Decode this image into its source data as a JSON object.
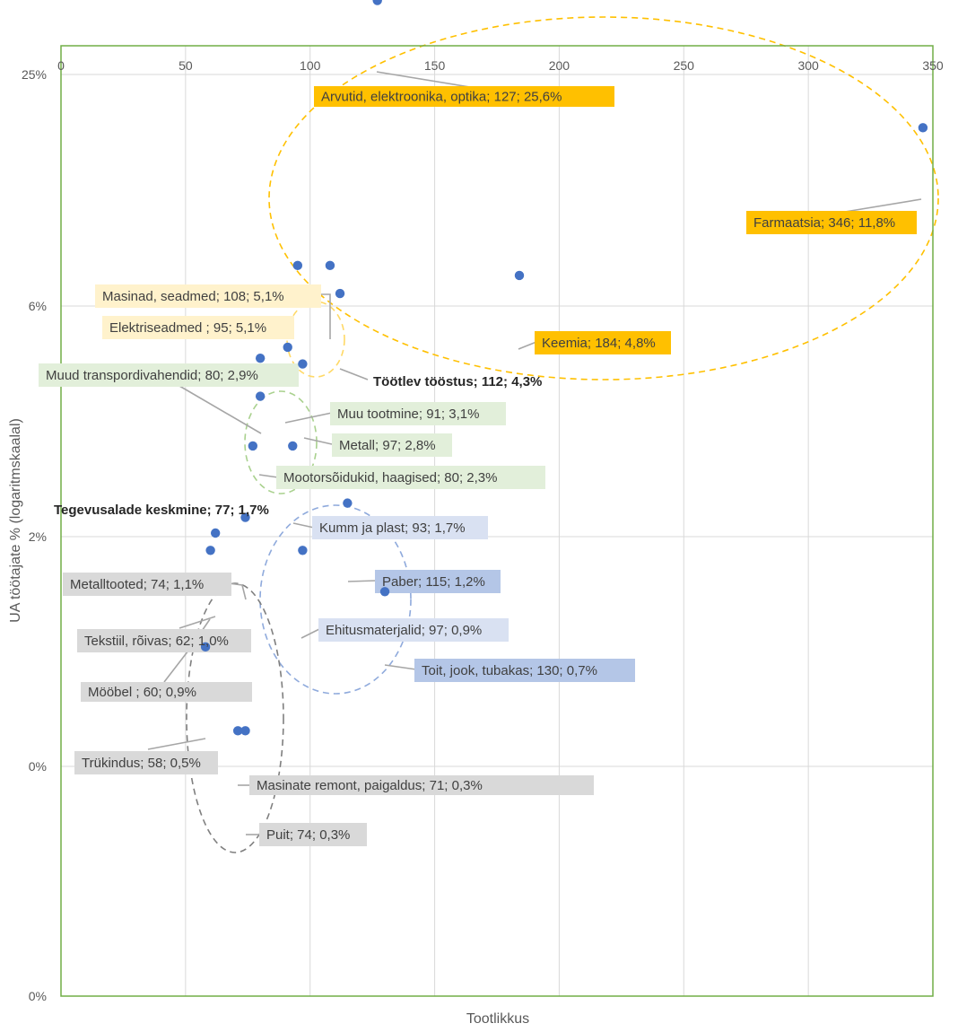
{
  "chart_data": {
    "type": "scatter",
    "title": "",
    "xlabel": "Tootlikkus",
    "ylabel": "UA töötajate % (logaritmskaalal)",
    "xlim": [
      0,
      350
    ],
    "x_ticks": [
      "0",
      "50",
      "100",
      "150",
      "200",
      "250",
      "300",
      "350"
    ],
    "y_ticks": [
      "25%",
      "6%",
      "2%",
      "0%",
      "0%"
    ],
    "grid": true,
    "legend": "none",
    "trendline": {
      "type": "logarithmic",
      "style": "dotted",
      "color": "#4472C4"
    },
    "colors": {
      "marker": "#4472C4",
      "plot_border": "#70AD47",
      "group_orange": "#FFC000",
      "group_light_orange": "#FFF2CC",
      "group_green": "#E2EFDA",
      "group_blue_dark": "#B4C6E7",
      "group_blue_light": "#D9E1F2",
      "group_gray": "#D9D9D9"
    },
    "points": [
      {
        "x": 127,
        "y": 25.6,
        "label": "Arvutid, elektroonika, optika; 127; 25,6%",
        "group": "orange"
      },
      {
        "x": 346,
        "y": 11.8,
        "label": "Farmaatsia; 346; 11,8%",
        "group": "orange"
      },
      {
        "x": 184,
        "y": 4.8,
        "label": "Keemia; 184; 4,8%",
        "group": "orange"
      },
      {
        "x": 108,
        "y": 5.1,
        "label": "Masinad, seadmed; 108; 5,1%",
        "group": "light_orange"
      },
      {
        "x": 95,
        "y": 5.1,
        "label": "Elektriseadmed ; 95; 5,1%",
        "group": "light_orange"
      },
      {
        "x": 112,
        "y": 4.3,
        "label": "Töötlev tööstus; 112; 4,3%",
        "group": "bold"
      },
      {
        "x": 80,
        "y": 2.9,
        "label": "Muud transpordivahendid; 80; 2,9%",
        "group": "green"
      },
      {
        "x": 91,
        "y": 3.1,
        "label": "Muu tootmine; 91; 3,1%",
        "group": "green"
      },
      {
        "x": 97,
        "y": 2.8,
        "label": "Metall; 97; 2,8%",
        "group": "green"
      },
      {
        "x": 80,
        "y": 2.3,
        "label": "Mootorsõidukid, haagised; 80; 2,3%",
        "group": "green"
      },
      {
        "x": 77,
        "y": 1.7,
        "label": "Tegevusalade keskmine; 77; 1,7%",
        "group": "bold"
      },
      {
        "x": 93,
        "y": 1.7,
        "label": "Kumm ja plast; 93; 1,7%",
        "group": "blue_light"
      },
      {
        "x": 115,
        "y": 1.2,
        "label": "Paber; 115; 1,2%",
        "group": "blue_dark"
      },
      {
        "x": 97,
        "y": 0.9,
        "label": "Ehitusmaterjalid; 97; 0,9%",
        "group": "blue_light"
      },
      {
        "x": 130,
        "y": 0.7,
        "label": "Toit, jook, tubakas; 130; 0,7%",
        "group": "blue_dark"
      },
      {
        "x": 74,
        "y": 1.1,
        "label": "Metalltooted; 74; 1,1%",
        "group": "gray"
      },
      {
        "x": 62,
        "y": 1.0,
        "label": "Tekstiil, rõivas; 62; 1,0%",
        "group": "gray"
      },
      {
        "x": 60,
        "y": 0.9,
        "label": "Mööbel ; 60; 0,9%",
        "group": "gray"
      },
      {
        "x": 58,
        "y": 0.5,
        "label": "Trükindus; 58; 0,5%",
        "group": "gray"
      },
      {
        "x": 71,
        "y": 0.3,
        "label": "Masinate remont, paigaldus; 71; 0,3%",
        "group": "gray"
      },
      {
        "x": 74,
        "y": 0.3,
        "label": "Puit; 74; 0,3%",
        "group": "gray"
      }
    ]
  }
}
